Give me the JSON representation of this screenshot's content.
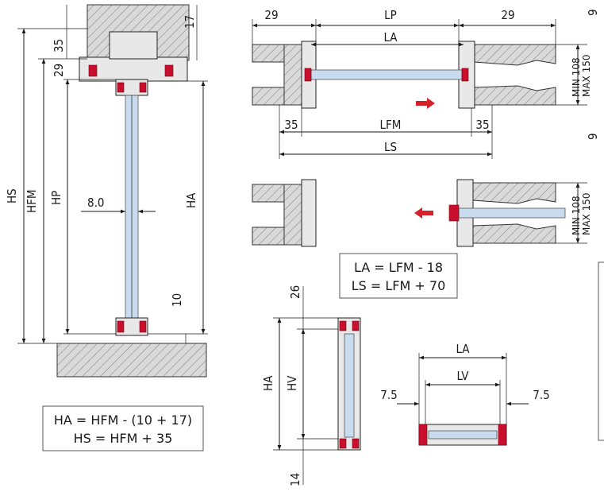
{
  "side_section": {
    "dims": {
      "d35": "35",
      "d29": "29",
      "d17": "17",
      "d10": "10",
      "d80": "8.0",
      "hs": "HS",
      "hfm": "HFM",
      "hp": "HP",
      "ha": "HA"
    },
    "formula_line1": "HA = HFM - (10 + 17)",
    "formula_line2": "HS = HFM + 35"
  },
  "plan_section": {
    "dims": {
      "d29_left": "29",
      "d29_right": "29",
      "lp": "LP",
      "la": "LA",
      "d35_left": "35",
      "d35_right": "35",
      "lfm": "LFM",
      "ls": "LS",
      "d9_top": "9",
      "d9_bottom": "9",
      "min_top": "MIN 108",
      "max_top": "MAX 150",
      "min_bottom": "MIN 108",
      "max_bottom": "MAX 150"
    },
    "formula_line1": "LA = LFM - 18",
    "formula_line2": "LS = LFM + 70"
  },
  "leaf_detail": {
    "dims": {
      "d26": "26",
      "d14": "14",
      "ha": "HA",
      "hv": "HV",
      "la": "LA",
      "lv": "LV",
      "d75_left": "7.5",
      "d75_right": "7.5"
    }
  },
  "colors": {
    "seal": "#c8102e",
    "glass": "#c9dbee",
    "arrow": "#d6202a"
  }
}
